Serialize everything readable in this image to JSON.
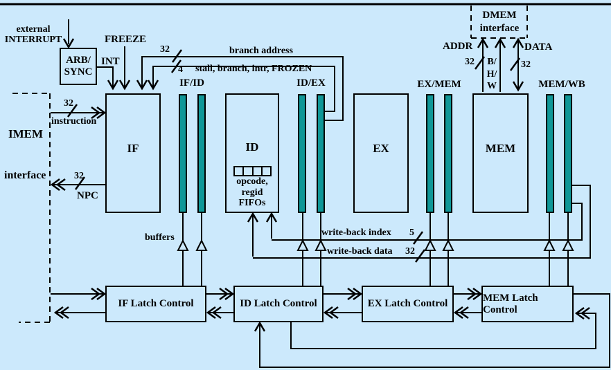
{
  "colors": {
    "background": "#cce9fc",
    "latch_bar": "#0f9797",
    "line": "#000000"
  },
  "top_left": {
    "interrupt_line1": "external",
    "interrupt_line2": "INTERRUPT",
    "arb_sync_line1": "ARB/",
    "arb_sync_line2": "SYNC",
    "freeze": "FREEZE",
    "int": "INT"
  },
  "buses": {
    "branch": {
      "width": "32",
      "label": "branch address"
    },
    "stall": {
      "width": "4",
      "label": "stall, branch, intr, FROZEN"
    },
    "instruction": {
      "width": "32",
      "label": "instruction"
    },
    "npc": {
      "width": "32",
      "label": "NPC"
    },
    "addr": {
      "label": "ADDR",
      "width": "32"
    },
    "bhw": [
      "B/",
      "H/",
      "W"
    ],
    "data": {
      "label": "DATA",
      "width": "32"
    },
    "wb_index": {
      "label": "write-back index",
      "width": "5"
    },
    "wb_data": {
      "label": "write-back data",
      "width": "32"
    }
  },
  "imem": {
    "line1": "IMEM",
    "line2": "interface"
  },
  "dmem": {
    "line1": "DMEM",
    "line2": "interface"
  },
  "stages": {
    "if": "IF",
    "id": "ID",
    "ex": "EX",
    "mem": "MEM"
  },
  "pipeline_latches": {
    "if_id": "IF/ID",
    "id_ex": "ID/EX",
    "ex_mem": "EX/MEM",
    "mem_wb": "MEM/WB"
  },
  "id_fifo": {
    "line1": "opcode,",
    "line2": "regid",
    "line3": "FIFOs",
    "cells": 4
  },
  "buffers_label": "buffers",
  "latch_controls": {
    "if": "IF Latch Control",
    "id": "ID Latch Control",
    "ex": "EX Latch Control",
    "mem": "MEM Latch Control"
  }
}
